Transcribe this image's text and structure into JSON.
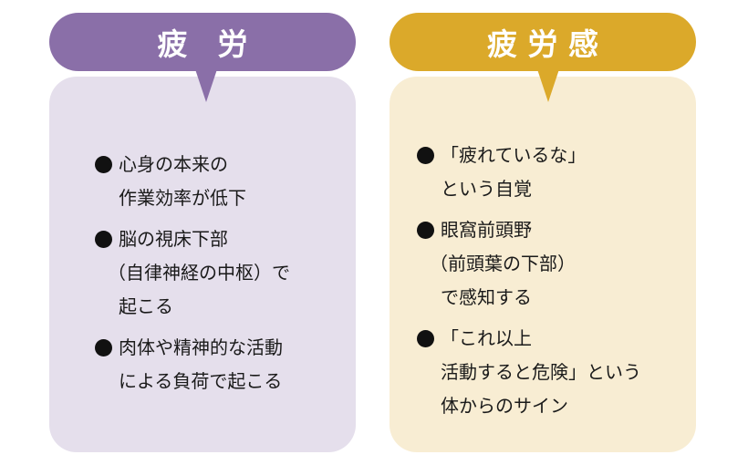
{
  "panels": {
    "fatigue": {
      "title": "疲　労",
      "color": "#8a6fa8",
      "background": "#e5dfec",
      "items": [
        {
          "lines": [
            "心身の本来の",
            "作業効率が低下"
          ]
        },
        {
          "lines": [
            "脳の視床下部",
            "（自律神経の中枢）で",
            "起こる"
          ]
        },
        {
          "lines": [
            "肉体や精神的な活動",
            "による負荷で起こる"
          ]
        }
      ]
    },
    "fatigue_sense": {
      "title": "疲 労 感",
      "color": "#dba92a",
      "background": "#f8edd3",
      "items": [
        {
          "lines": [
            "「疲れているな」",
            "という自覚"
          ]
        },
        {
          "lines": [
            "眼窩前頭野",
            "（前頭葉の下部）",
            "で感知する"
          ]
        },
        {
          "lines": [
            "「これ以上",
            "活動すると危険」という",
            "体からのサイン"
          ]
        }
      ]
    }
  }
}
